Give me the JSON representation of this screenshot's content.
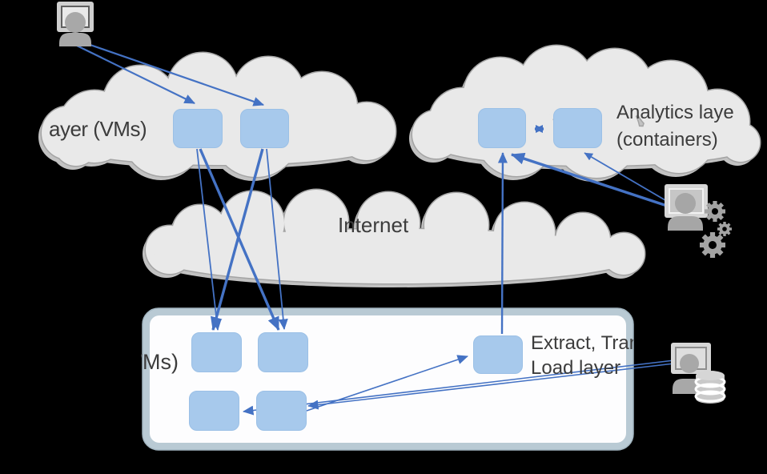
{
  "diagram": {
    "type": "cloud-architecture",
    "labels": {
      "presentation_layer": "ayer (VMs)",
      "internet": "Internet",
      "analytics_layer_line1": "Analytics laye",
      "analytics_layer_line2": "(containers)",
      "datacenter_vms": "VMs)",
      "etl_layer_line1": "Extract, Tran",
      "etl_layer_line2": "Load layer"
    },
    "icons": {
      "top_left": "user-workstation",
      "middle_right": "user-with-gears",
      "bottom_right": "user-with-database"
    },
    "colors": {
      "background": "#000000",
      "cloud_fill": "#e9e9e9",
      "cloud_outline": "#a4a4a4",
      "cloud_shadow": "#c2c2c2",
      "node_fill": "#a7c9ec",
      "node_border": "#9bc0e6",
      "arrow_blue": "#4472c4",
      "container_border": "#b9cad4",
      "container_fill": "#fdfdfe",
      "text": "#3c3c3c",
      "icon_gray": "#a8a8a8"
    }
  }
}
